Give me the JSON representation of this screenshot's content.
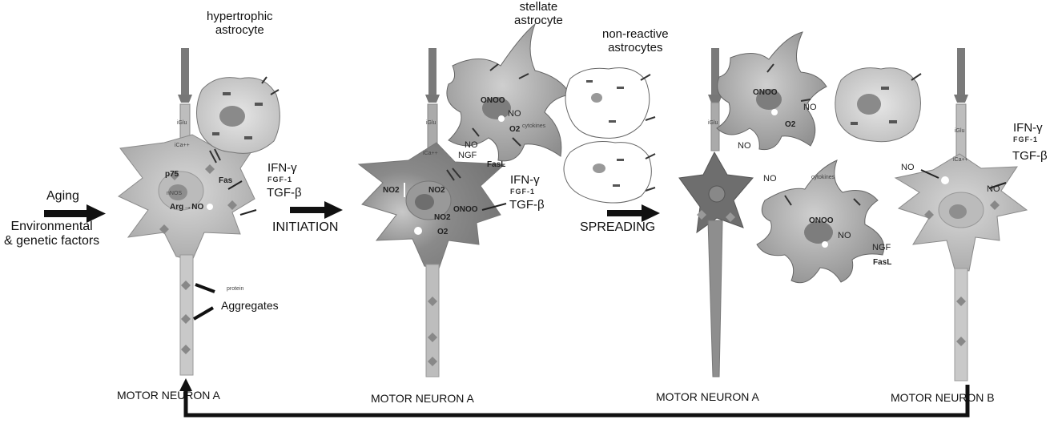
{
  "labels": {
    "hypertrophic_astrocyte": [
      "hypertrophic",
      "astrocyte"
    ],
    "stellate_astrocyte": [
      "stellate",
      "astrocyte"
    ],
    "non_reactive_astrocytes": [
      "non-reactive",
      "astrocytes"
    ],
    "aging": "Aging",
    "environmental": [
      "Environmental",
      "& genetic factors"
    ],
    "initiation": "INITIATION",
    "spreading": "SPREADING",
    "aggregates": "Aggregates",
    "protein": "protein",
    "cytokines": "cytokines",
    "motor_neuron_a": "MOTOR NEURON A",
    "motor_neuron_b": "MOTOR NEURON B",
    "ifn_gamma": "IFN-γ",
    "fgf1": "FGF-1",
    "tgf_beta": "TGF-β",
    "no": "NO",
    "ngf": "NGF",
    "fasl": "FasL",
    "onoo": "ONOO",
    "no2": "NO2",
    "o2": "O2",
    "p75": "p75",
    "fas": "Fas",
    "nnos": "nNOS",
    "arg_no": "Arg→NO",
    "iglu": "iGlu",
    "ica": "iCa++"
  }
}
